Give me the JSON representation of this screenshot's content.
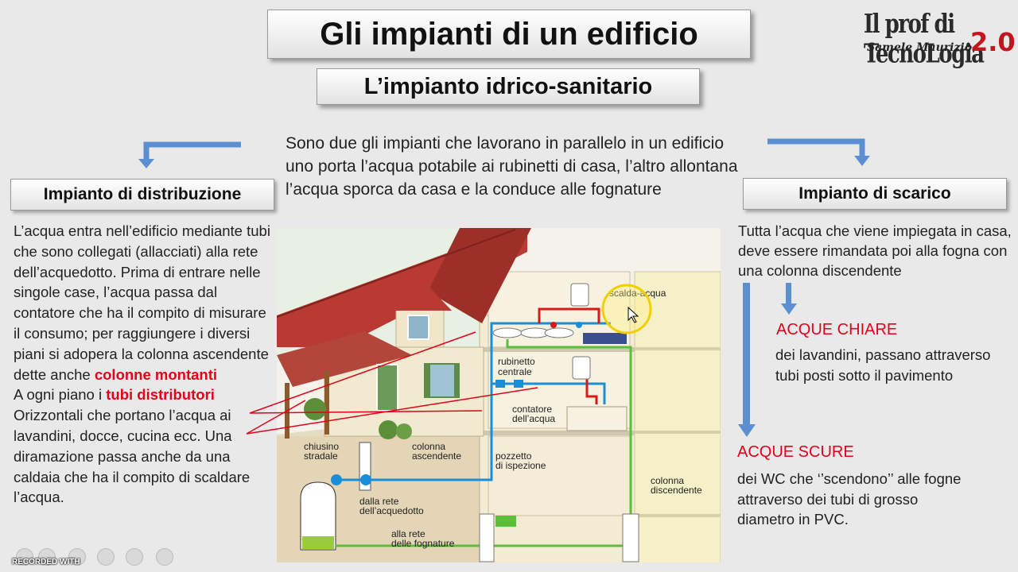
{
  "header": {
    "title": "Gli impianti di un edificio",
    "subtitle": "L’impianto idrico-sanitario"
  },
  "logo": {
    "main": "Il prof di TecnoLogia",
    "author": "Samele Maurizio",
    "version": "2.0"
  },
  "intro": "Sono due gli impianti che lavorano in parallelo in un edificio uno porta l’acqua potabile ai rubinetti di casa, l’altro allontana l’acqua sporca da casa e la conduce alle fognature",
  "left": {
    "label": "Impianto di distribuzione",
    "text_1": "L’acqua entra nell’edificio mediante tubi che sono collegati (allacciati) alla rete dell’acquedotto. Prima di entrare nelle singole case, l’acqua passa dal contatore che ha il compito di misurare il consumo; per raggiungere i diversi piani si adopera la colonna ascendente dette anche ",
    "highlight_1": "colonne montanti",
    "text_2": "A ogni piano i ",
    "highlight_2": "tubi distributori",
    "text_3": "Orizzontali che portano l’acqua ai lavandini, docce, cucina ecc. Una diramazione passa anche da una caldaia che ha il compito di scaldare l’acqua."
  },
  "right": {
    "label": "Impianto di scarico",
    "text": "Tutta l’acqua che viene impiegata in casa, deve essere rimandata poi alla fogna con una colonna discendente",
    "chiare_title": "ACQUE CHIARE",
    "chiare_text": "dei lavandini, passano attraverso tubi posti sotto il pavimento",
    "scure_title": "ACQUE SCURE",
    "scure_text": "dei WC che ‘’scendono’’ alle fogne attraverso dei tubi di grosso diametro in PVC."
  },
  "diagram_labels": {
    "scalda": "scalda-acqua",
    "rubinetto_1": "rubinetto",
    "rubinetto_2": "centrale",
    "contatore_1": "contatore",
    "contatore_2": "dell’acqua",
    "chiusino_1": "chiusino",
    "chiusino_2": "stradale",
    "colonna_asc_1": "colonna",
    "colonna_asc_2": "ascendente",
    "pozzetto_1": "pozzetto",
    "pozzetto_2": "di ispezione",
    "rete_acq_1": "dalla rete",
    "rete_acq_2": "dell’acquedotto",
    "colonna_disc_1": "colonna",
    "colonna_disc_2": "discendente",
    "rete_fogn_1": "alla rete",
    "rete_fogn_2": "delle fognature"
  },
  "recorder": {
    "label": "RECORDED WITH"
  },
  "colors": {
    "accent_red": "#e2001a",
    "arrow_blue": "#5b8fd1",
    "pipe_blue": "#1a8fd8",
    "pipe_red": "#d61a1a",
    "pipe_green": "#5bbf3a"
  }
}
